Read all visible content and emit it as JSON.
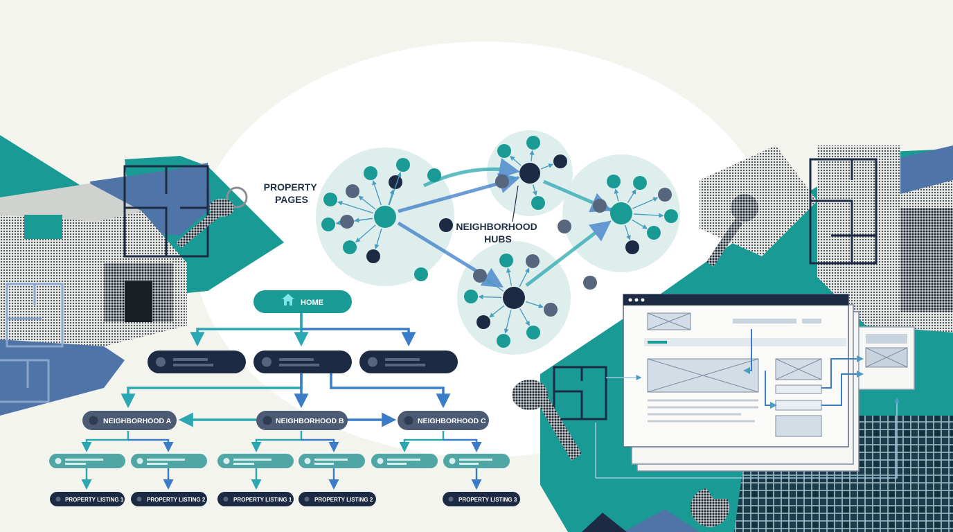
{
  "colors": {
    "background": "#f4f4ef",
    "teal": "#1a9a94",
    "steel_blue": "#4f74a8",
    "navy": "#1c2a44",
    "slate": "#55667d",
    "light_teal": "#5fb0aa",
    "hub_halo": "#d8ebe9",
    "arrow_teal": "#2aa7b0",
    "arrow_blue": "#3a7cc7"
  },
  "network": {
    "label_property_pages": [
      "PROPERTY",
      "PAGES"
    ],
    "label_neighborhood_hubs": [
      "NEIGHBORHOOD",
      "HUBS"
    ]
  },
  "sitemap": {
    "home_label": "HOME",
    "home_icon": "house-icon",
    "neighborhoods": [
      "NEIGHBORHOOD A",
      "NEIGHBORHOOD B",
      "NEIGHBORHOOD C"
    ],
    "listings": [
      "PROPERTY LISTING 1",
      "PROPERTY LISTING 2",
      "PROPERTY LISTING 1",
      "PROPERTY LISTING 2",
      "PROPERTY LISTING 3"
    ]
  },
  "icons": [
    "house-photo-icon",
    "floor-plan-icon",
    "key-icon",
    "browser-wireframe-icon",
    "aerial-map-icon"
  ]
}
